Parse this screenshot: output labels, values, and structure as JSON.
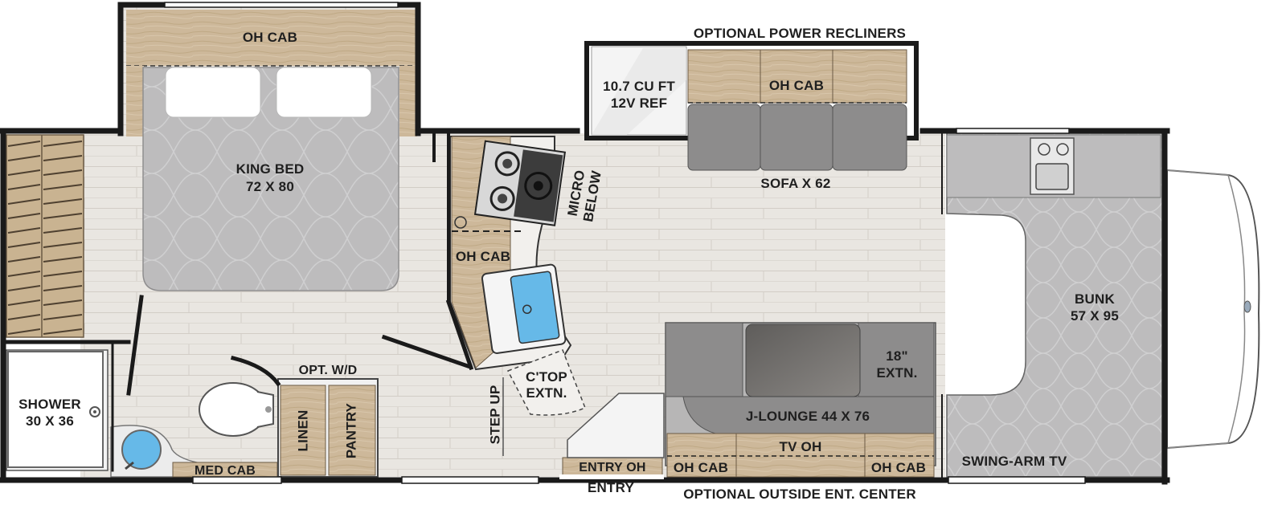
{
  "labels": {
    "oh_cab_bedroom": "OH CAB",
    "optional_power_recliners": "OPTIONAL POWER RECLINERS",
    "ref_line1": "10.7 CU FT",
    "ref_line2": "12V REF",
    "oh_cab_living": "OH CAB",
    "king_bed_line1": "KING BED",
    "king_bed_line2": "72 X 80",
    "sofa": "SOFA X 62",
    "micro_line1": "MICRO",
    "micro_line2": "BELOW",
    "oh_cab_kitchen": "OH CAB",
    "bunk_line1": "BUNK",
    "bunk_line2": "57 X 95",
    "extn_line1": "18\"",
    "extn_line2": "EXTN.",
    "opt_wd": "OPT. W/D",
    "ctop_line1": "C'TOP",
    "ctop_line2": "EXTN.",
    "shower_line1": "SHOWER",
    "shower_line2": "30 X 36",
    "linen": "LINEN",
    "pantry": "PANTRY",
    "step_up": "STEP UP",
    "j_lounge": "J-LOUNGE 44 X 76",
    "tv_oh": "TV OH",
    "med_cab": "MED CAB",
    "entry_oh": "ENTRY OH",
    "oh_cab_left": "OH CAB",
    "oh_cab_right": "OH CAB",
    "swing_arm_tv": "SWING-ARM TV",
    "entry": "ENTRY",
    "optional_outside_ent_center": "OPTIONAL OUTSIDE ENT. CENTER"
  },
  "colors": {
    "wall": "#1a1a1a",
    "floor": "#e9e6e1",
    "plank_line": "#d2cdc6",
    "carpet": "#bdbcbd",
    "wood": "#cdb89a",
    "upholstery": "#8d8c8c",
    "water": "#66b9e8"
  }
}
